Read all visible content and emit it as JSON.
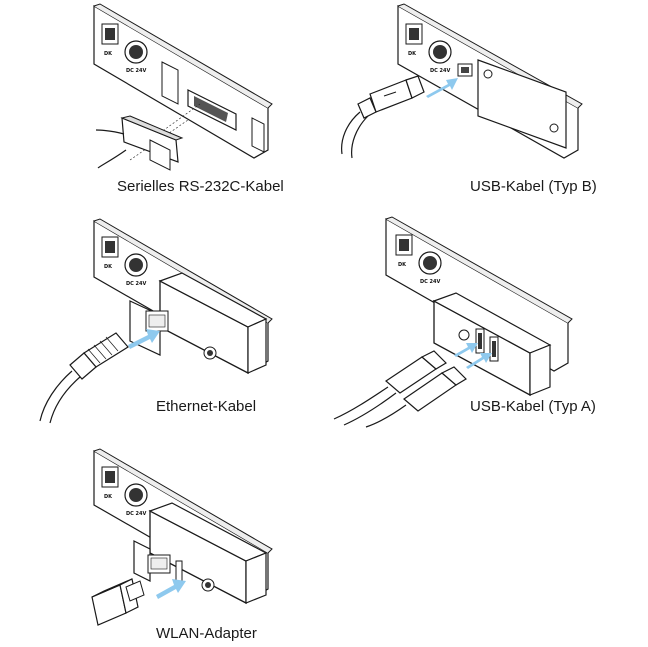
{
  "colors": {
    "arrow": "#8ec9ee",
    "line": "#1a1a1a",
    "body": "#ffffff",
    "shade": "#d9d9d9"
  },
  "panel_labels": {
    "dk": "DK",
    "dc": "DC 24V"
  },
  "captions": {
    "rs232": "Serielles RS-232C-Kabel",
    "usb_b": "USB-Kabel (Typ B)",
    "ethernet": "Ethernet-Kabel",
    "usb_a": "USB-Kabel (Typ A)",
    "wlan": "WLAN-Adapter"
  }
}
